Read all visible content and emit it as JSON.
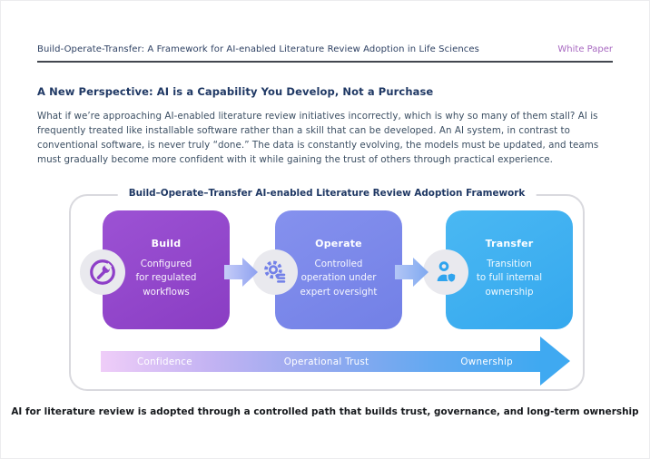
{
  "header": {
    "title": "Build-Operate-Transfer: A Framework for AI-enabled Literature Review Adoption in Life Sciences",
    "badge": "White Paper"
  },
  "section": {
    "heading": "A New Perspective: AI is a Capability You Develop, Not a Purchase",
    "paragraph": "What if we’re approaching AI-enabled literature review initiatives incorrectly, which is why so many of them stall? AI is frequently treated like installable software rather than a skill that can be developed. An AI system, in contrast to conventional software, is never truly “done.” The data is constantly evolving, the models must be updated, and teams must gradually become more confident with it while gaining the trust of others through practical experience."
  },
  "diagram": {
    "title": "Build–Operate–Transfer AI-enabled Literature Review Adoption Framework",
    "cards": [
      {
        "title": "Build",
        "icon": "wrench-icon",
        "color": "#9348cd",
        "lines": [
          "Configured",
          "for regulated",
          "workflows"
        ]
      },
      {
        "title": "Operate",
        "icon": "gear-icon",
        "color": "#7c8bea",
        "lines": [
          "Controlled",
          "operation under",
          "expert oversight"
        ]
      },
      {
        "title": "Transfer",
        "icon": "person-shield-icon",
        "color": "#42b1f0",
        "lines": [
          "Transition",
          "to full internal",
          "ownership"
        ]
      }
    ],
    "progress_arrow": {
      "labels": [
        "Confidence",
        "Operational Trust",
        "Ownership"
      ],
      "gradient_start": "#efcdf8",
      "gradient_end": "#3fa9f1"
    }
  },
  "caption": "AI for literature review is adopted through a controlled path that builds trust, governance, and long-term ownership",
  "colors": {
    "heading_navy": "#1f3864",
    "badge_purple": "#a869c1",
    "build_purple": "#9348cd",
    "operate_periwinkle": "#7c8bea",
    "transfer_blue": "#42b1f0"
  }
}
